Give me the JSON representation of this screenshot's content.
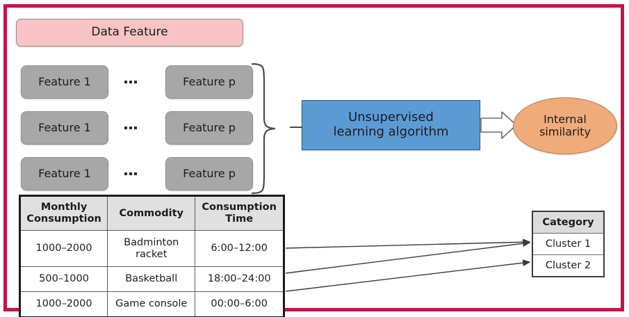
{
  "diagram": {
    "title_box": {
      "label": "Data Feature"
    },
    "feature_matrix": {
      "ellipsis": "...",
      "rows": [
        {
          "left": "Feature 1",
          "mid": "...",
          "right": "Feature p"
        },
        {
          "left": "Feature 1",
          "mid": "...",
          "right": "Feature p"
        },
        {
          "left": "Feature 1",
          "mid": "...",
          "right": "Feature p"
        }
      ]
    },
    "algorithm_box": {
      "line1": "Unsupervised",
      "line2": "learning algorithm"
    },
    "output_ellipse": {
      "line1": "Internal",
      "line2": "similarity"
    },
    "data_table": {
      "headers": [
        {
          "line1": "Monthly",
          "line2": "Consumption"
        },
        {
          "line1": "Commodity",
          "line2": ""
        },
        {
          "line1": "Consumption",
          "line2": "Time"
        }
      ],
      "rows": [
        {
          "consumption": "1000–2000",
          "commodity_line1": "Badminton",
          "commodity_line2": "racket",
          "time": "6:00–12:00"
        },
        {
          "consumption": "500–1000",
          "commodity_line1": "Basketball",
          "commodity_line2": "",
          "time": "18:00–24:00"
        },
        {
          "consumption": "1000–2000",
          "commodity_line1": "Game console",
          "commodity_line2": "",
          "time": "00:00–6:00"
        }
      ]
    },
    "category_table": {
      "header": "Category",
      "rows": [
        "Cluster 1",
        "Cluster 2"
      ]
    },
    "colors": {
      "frame": "#c9104a",
      "title_box": "#f7c3c3",
      "feature_box": "#a7a7a7",
      "algorithm_box": "#5b9bd5",
      "output_ellipse": "#f0ab7a",
      "table_header": "#e0e0e0",
      "text": "#1c1c1c"
    }
  }
}
